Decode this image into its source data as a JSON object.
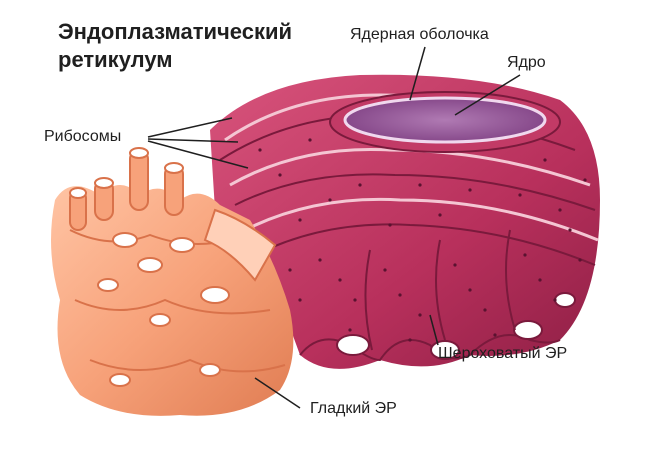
{
  "title": {
    "line1": "Эндоплазматический",
    "line2": "ретикулум"
  },
  "labels": {
    "nuclear_envelope": "Ядерная оболочка",
    "nucleus": "Ядро",
    "ribosomes": "Рибосомы",
    "rough_er": "Шероховатый ЭР",
    "smooth_er": "Гладкий ЭР"
  },
  "colors": {
    "rough_er": "#c23a66",
    "rough_er_dark": "#8e1f45",
    "smooth_er": "#f7a27a",
    "smooth_er_dark": "#d9724a",
    "nucleus": "#9b5c9e",
    "ribosome": "#5a1230"
  }
}
